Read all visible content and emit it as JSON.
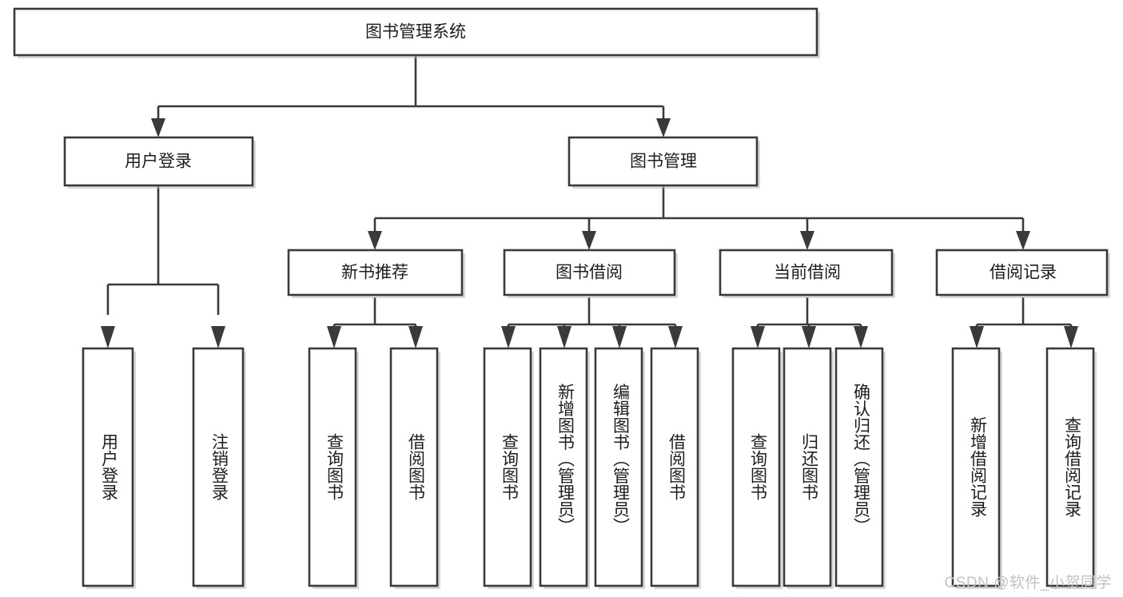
{
  "diagram": {
    "type": "tree",
    "title": "图书管理系统",
    "watermark": "CSDN @软件_小贺同学",
    "colors": {
      "background": "#ffffff",
      "box_fill": "#ffffff",
      "box_stroke": "#3a3a3a",
      "text": "#1d1d1d",
      "watermark": "#c2c2c2"
    },
    "nodes": {
      "root": {
        "label": "图书管理系统",
        "orientation": "horizontal"
      },
      "level2": [
        {
          "label": "用户登录",
          "orientation": "horizontal"
        },
        {
          "label": "图书管理",
          "orientation": "horizontal"
        }
      ],
      "level3": [
        {
          "label": "新书推荐",
          "orientation": "horizontal"
        },
        {
          "label": "图书借阅",
          "orientation": "horizontal"
        },
        {
          "label": "当前借阅",
          "orientation": "horizontal"
        },
        {
          "label": "借阅记录",
          "orientation": "horizontal"
        }
      ],
      "leaves_user_login": [
        {
          "label": "用户登录",
          "orientation": "vertical"
        },
        {
          "label": "注销登录",
          "orientation": "vertical"
        }
      ],
      "leaves_new_book": [
        {
          "label": "查询图书",
          "orientation": "vertical"
        },
        {
          "label": "借阅图书",
          "orientation": "vertical"
        }
      ],
      "leaves_borrow": [
        {
          "label": "查询图书",
          "orientation": "vertical"
        },
        {
          "label": "新增图书（管理员）",
          "orientation": "vertical"
        },
        {
          "label": "编辑图书（管理员）",
          "orientation": "vertical"
        },
        {
          "label": "借阅图书",
          "orientation": "vertical"
        }
      ],
      "leaves_current": [
        {
          "label": "查询图书",
          "orientation": "vertical"
        },
        {
          "label": "归还图书",
          "orientation": "vertical"
        },
        {
          "label": "确认归还（管理员）",
          "orientation": "vertical"
        }
      ],
      "leaves_record": [
        {
          "label": "新增借阅记录",
          "orientation": "vertical"
        },
        {
          "label": "查询借阅记录",
          "orientation": "vertical"
        }
      ]
    },
    "edges": [
      {
        "from": "图书管理系统",
        "to": "用户登录"
      },
      {
        "from": "图书管理系统",
        "to": "图书管理"
      },
      {
        "from": "图书管理",
        "to": "新书推荐"
      },
      {
        "from": "图书管理",
        "to": "图书借阅"
      },
      {
        "from": "图书管理",
        "to": "当前借阅"
      },
      {
        "from": "图书管理",
        "to": "借阅记录"
      },
      {
        "from": "用户登录",
        "to": "用户登录"
      },
      {
        "from": "用户登录",
        "to": "注销登录"
      },
      {
        "from": "新书推荐",
        "to": "查询图书"
      },
      {
        "from": "新书推荐",
        "to": "借阅图书"
      },
      {
        "from": "图书借阅",
        "to": "查询图书"
      },
      {
        "from": "图书借阅",
        "to": "新增图书（管理员）"
      },
      {
        "from": "图书借阅",
        "to": "编辑图书（管理员）"
      },
      {
        "from": "图书借阅",
        "to": "借阅图书"
      },
      {
        "from": "当前借阅",
        "to": "查询图书"
      },
      {
        "from": "当前借阅",
        "to": "归还图书"
      },
      {
        "from": "当前借阅",
        "to": "确认归还（管理员）"
      },
      {
        "from": "借阅记录",
        "to": "新增借阅记录"
      },
      {
        "from": "借阅记录",
        "to": "查询借阅记录"
      }
    ]
  }
}
